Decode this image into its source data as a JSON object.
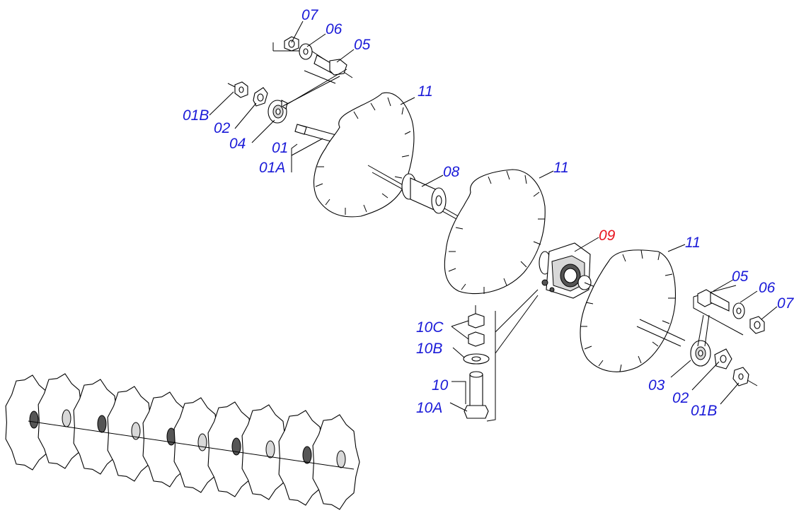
{
  "diagram": {
    "labels": {
      "l07a": "07",
      "l06a": "06",
      "l05a": "05",
      "l01Ba": "01B",
      "l02a": "02",
      "l04": "04",
      "l01": "01",
      "l01A": "01A",
      "l11a": "11",
      "l08": "08",
      "l11b": "11",
      "l09": "09",
      "l11c": "11",
      "l05b": "05",
      "l06b": "06",
      "l07b": "07",
      "l10C": "10C",
      "l10B": "10B",
      "l10": "10",
      "l10A": "10A",
      "l03": "03",
      "l02b": "02",
      "l01Bb": "01B"
    },
    "colors": {
      "label": "#1a1ad8",
      "highlight": "#e8141e",
      "line": "#000000"
    }
  }
}
